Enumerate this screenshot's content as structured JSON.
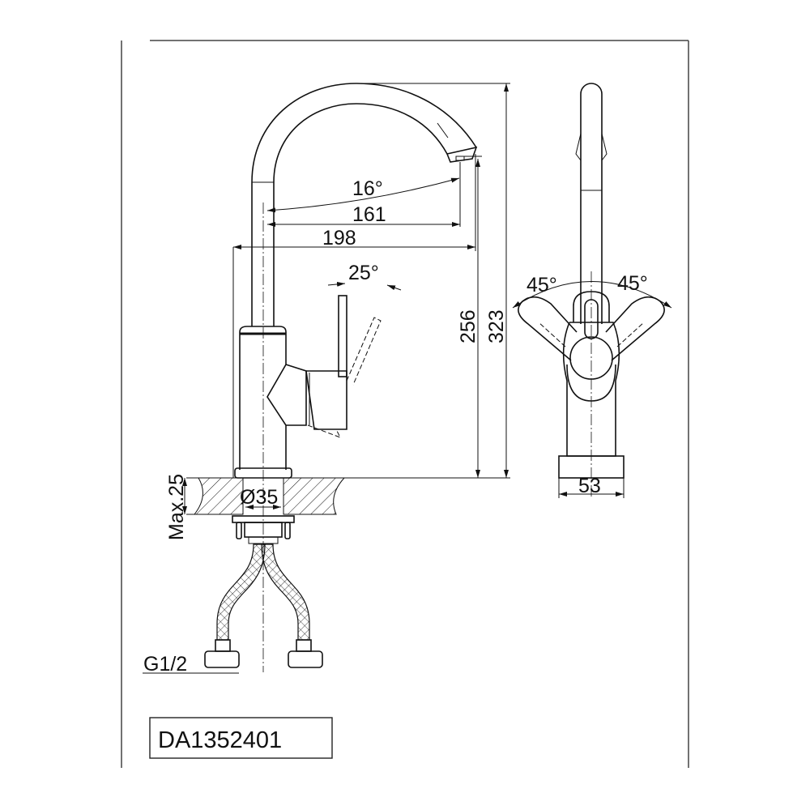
{
  "drawing": {
    "model_number": "DA1352401",
    "dimensions": {
      "spout_angle": "16°",
      "spout_reach": "161",
      "total_reach": "198",
      "lever_angle": "25°",
      "spout_height": "256",
      "total_height": "323",
      "max_counter_thickness": "Max.25",
      "hole_diameter": "Ø35",
      "connection_thread": "G1/2",
      "lever_left_angle": "45°",
      "lever_right_angle": "45°",
      "base_width": "53"
    },
    "colors": {
      "line": "#111111",
      "background": "#ffffff"
    }
  }
}
